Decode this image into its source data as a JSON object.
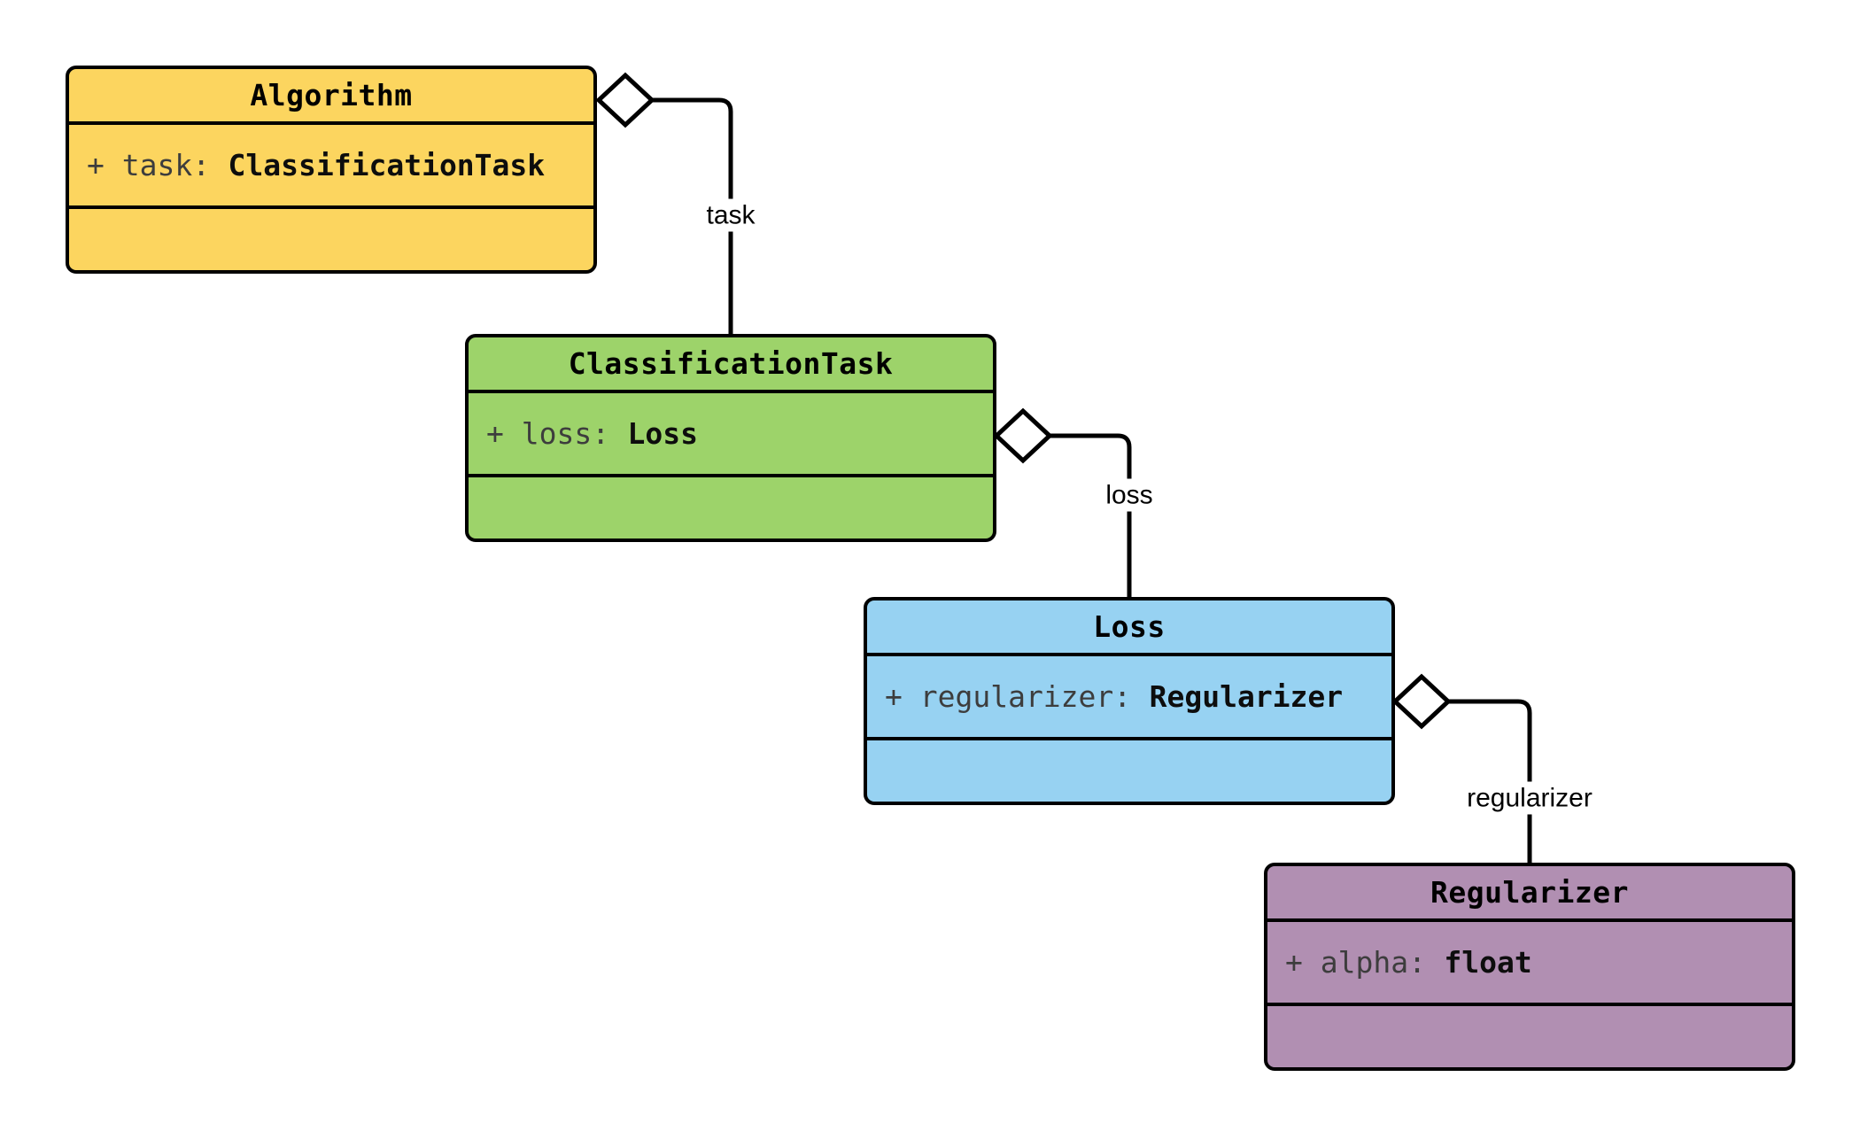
{
  "diagram": {
    "type": "uml-class-diagram",
    "background": "#ffffff",
    "stroke_color": "#000000",
    "classes": [
      {
        "name": "Algorithm",
        "attr_prefix": "+ task:",
        "attr_type": "ClassificationTask",
        "fill": "#FCD55F"
      },
      {
        "name": "ClassificationTask",
        "attr_prefix": "+ loss:",
        "attr_type": "Loss",
        "fill": "#9DD36A"
      },
      {
        "name": "Loss",
        "attr_prefix": "+ regularizer:",
        "attr_type": "Regularizer",
        "fill": "#97D2F2"
      },
      {
        "name": "Regularizer",
        "attr_prefix": "+ alpha:",
        "attr_type": "float",
        "fill": "#B18FB2"
      }
    ],
    "relations": [
      {
        "kind": "aggregation",
        "from": "Algorithm",
        "to": "ClassificationTask",
        "label": "task"
      },
      {
        "kind": "aggregation",
        "from": "ClassificationTask",
        "to": "Loss",
        "label": "loss"
      },
      {
        "kind": "aggregation",
        "from": "Loss",
        "to": "Regularizer",
        "label": "regularizer"
      }
    ]
  }
}
